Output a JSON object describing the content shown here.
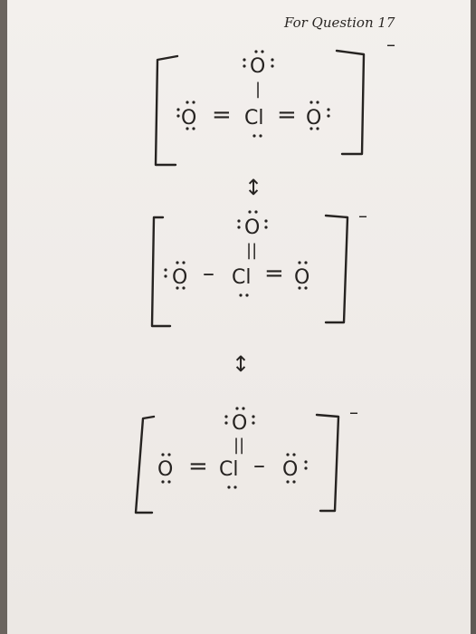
{
  "caption": "For Question 17",
  "structures": [
    {
      "charge": "–",
      "top_atom": "O",
      "left_atom": "O",
      "center_atom": "Cl",
      "right_atom": "O",
      "left_bond": "=",
      "right_bond": "=",
      "top_bond": "|"
    },
    {
      "charge": "–",
      "top_atom": "O",
      "left_atom": "O",
      "center_atom": "Cl",
      "right_atom": "O",
      "left_bond": "–",
      "right_bond": "=",
      "top_bond": "||"
    },
    {
      "charge": "–",
      "top_atom": "O",
      "left_atom": "O",
      "center_atom": "Cl",
      "right_atom": "O",
      "left_bond": "=",
      "right_bond": "–",
      "top_bond": "||"
    }
  ],
  "resonance_arrow": "↕"
}
